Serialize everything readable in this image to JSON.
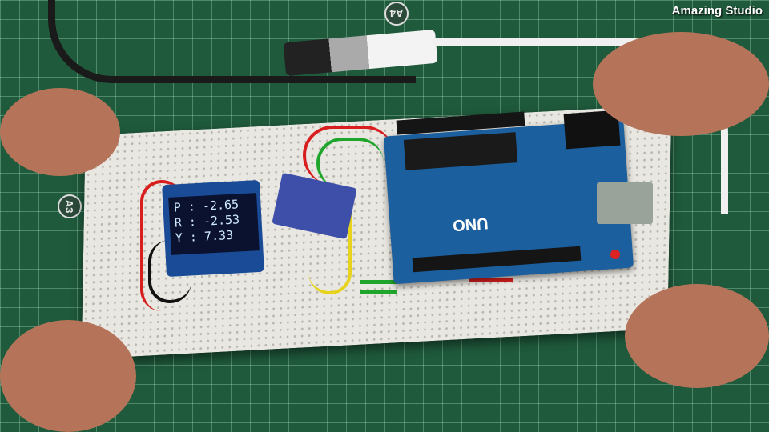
{
  "watermark": "Amazing Studio",
  "mat_labels": [
    "A4",
    "A3"
  ],
  "oled_display": {
    "lines": [
      {
        "label": "P",
        "sep": ":",
        "value": "-2.65"
      },
      {
        "label": "R",
        "sep": ":",
        "value": "-2.53"
      },
      {
        "label": "Y",
        "sep": ":",
        "value": "7.33"
      }
    ]
  },
  "board_logo": "UNO",
  "colors": {
    "mat": "#1f5a3c",
    "arduino": "#1c5f9e",
    "oled": "#1a4b96",
    "oled_text": "#cfe9ff"
  }
}
